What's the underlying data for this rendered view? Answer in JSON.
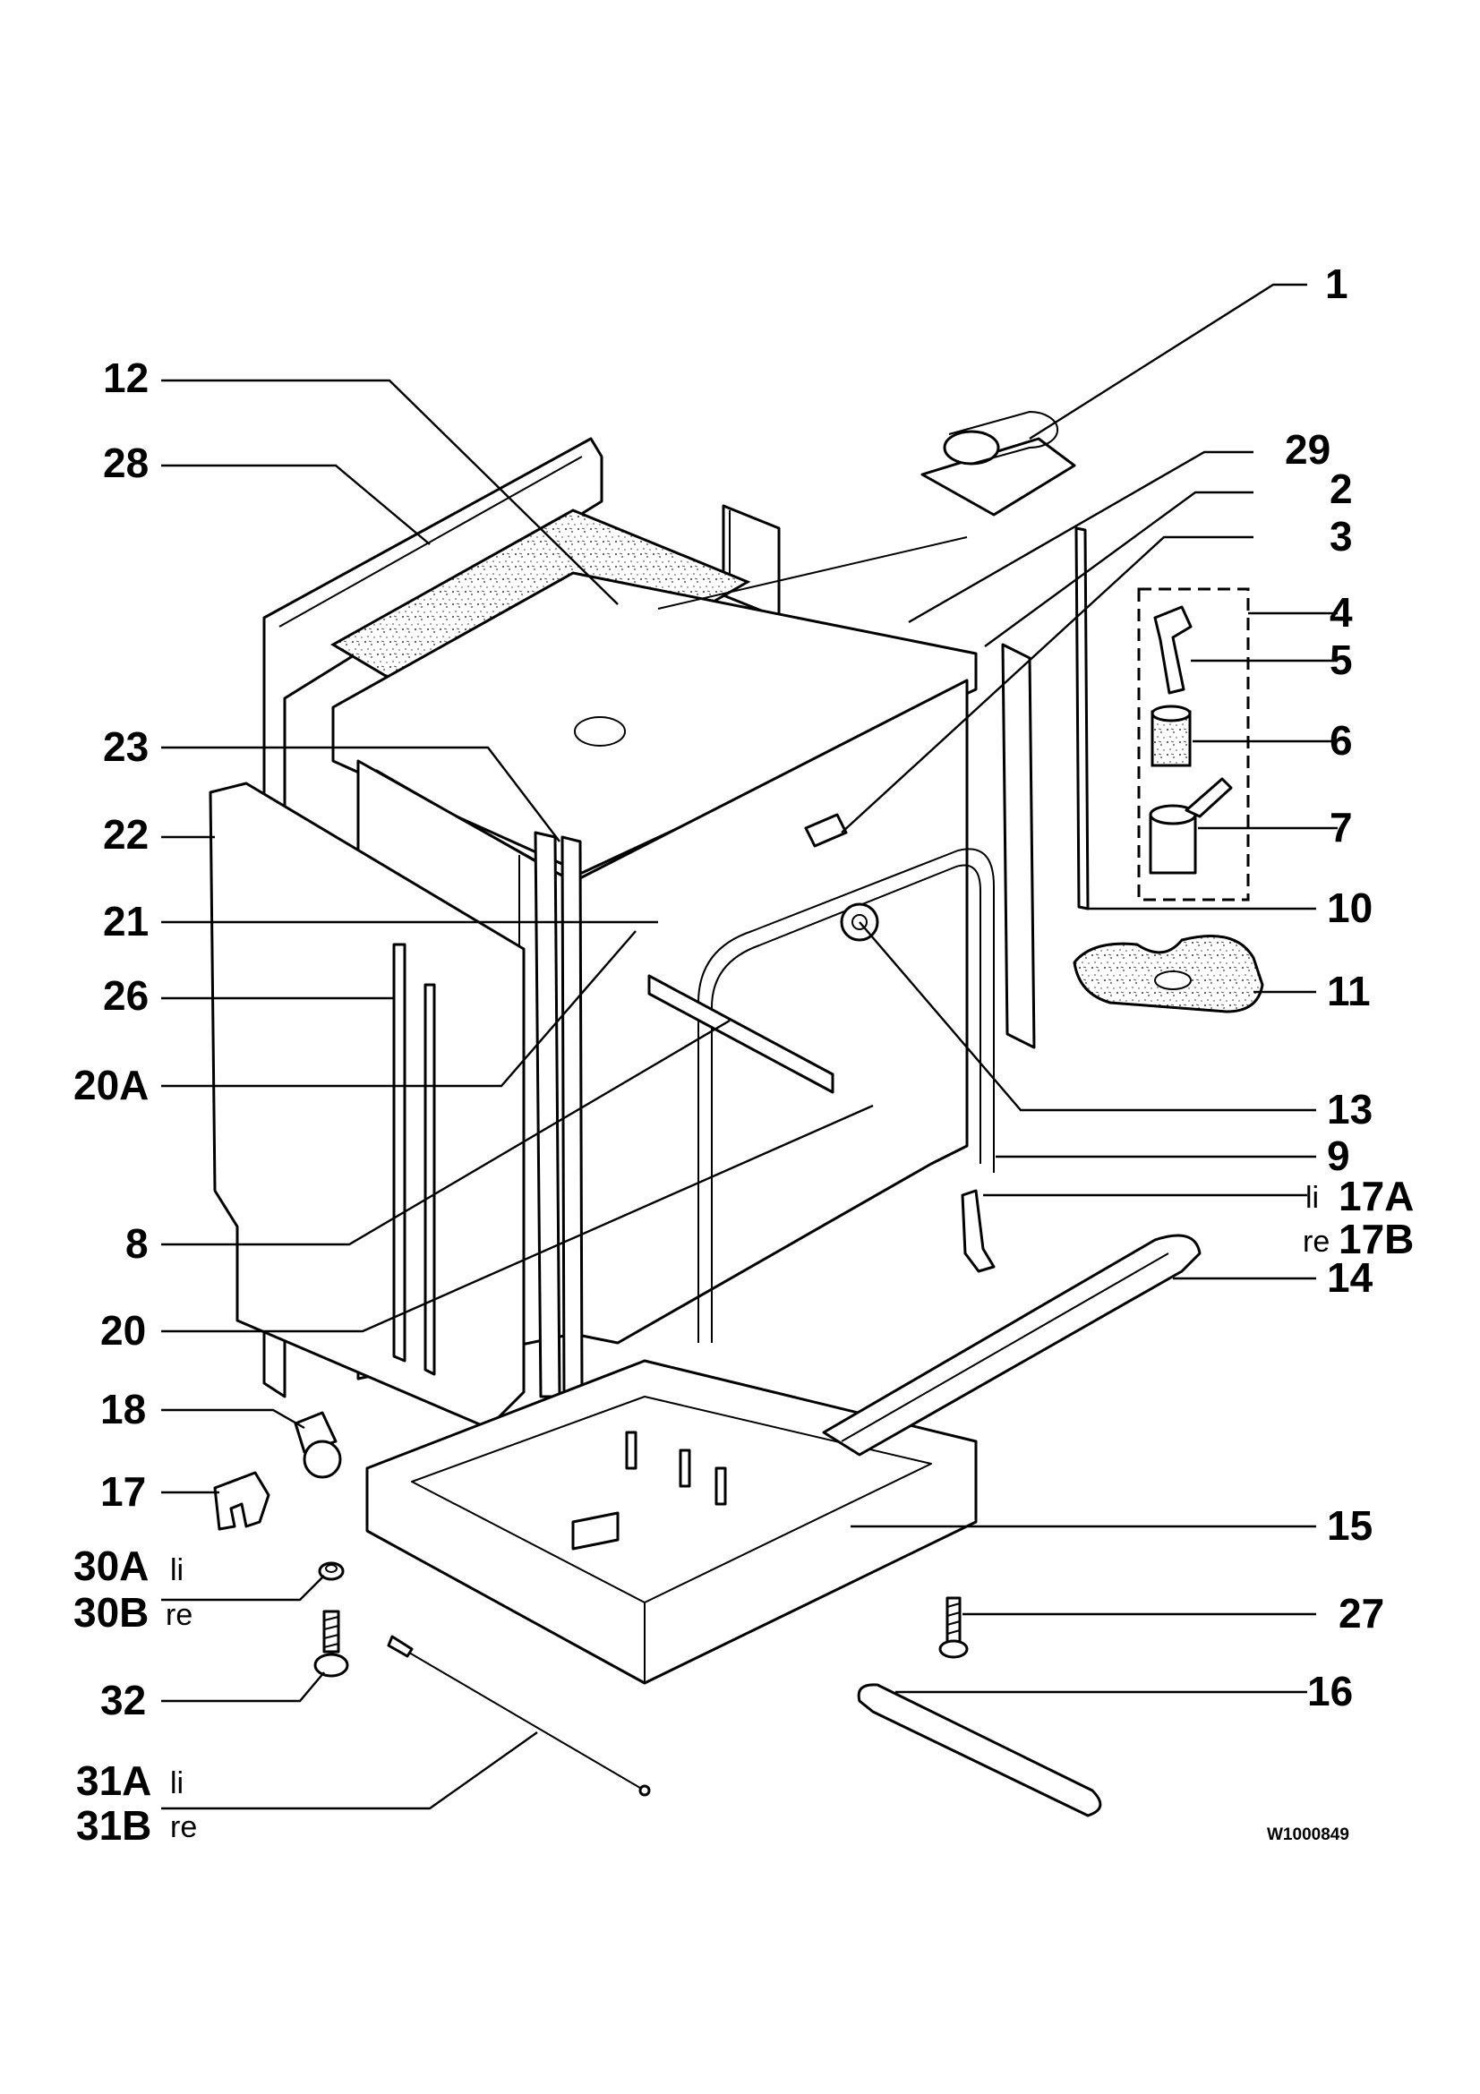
{
  "drawing_code": "W1000849",
  "labels": {
    "l1": "1",
    "l12": "12",
    "l28": "28",
    "l29": "29",
    "l2": "2",
    "l3": "3",
    "l4": "4",
    "l5": "5",
    "l6": "6",
    "l7": "7",
    "l10": "10",
    "l11": "11",
    "l23": "23",
    "l22": "22",
    "l21": "21",
    "l26": "26",
    "l20A": "20A",
    "l13": "13",
    "l9": "9",
    "l17A": "17A",
    "l17B": "17B",
    "l14": "14",
    "l8": "8",
    "l20": "20",
    "l18": "18",
    "l17": "17",
    "l15": "15",
    "l30A": "30A",
    "l30B": "30B",
    "l27": "27",
    "l32": "32",
    "l16": "16",
    "l31A": "31A",
    "l31B": "31B"
  },
  "side_marks": {
    "li_17A": "li",
    "re_17B": "re",
    "li_30A": "li",
    "re_30B": "re",
    "li_31A": "li",
    "re_31B": "re"
  }
}
